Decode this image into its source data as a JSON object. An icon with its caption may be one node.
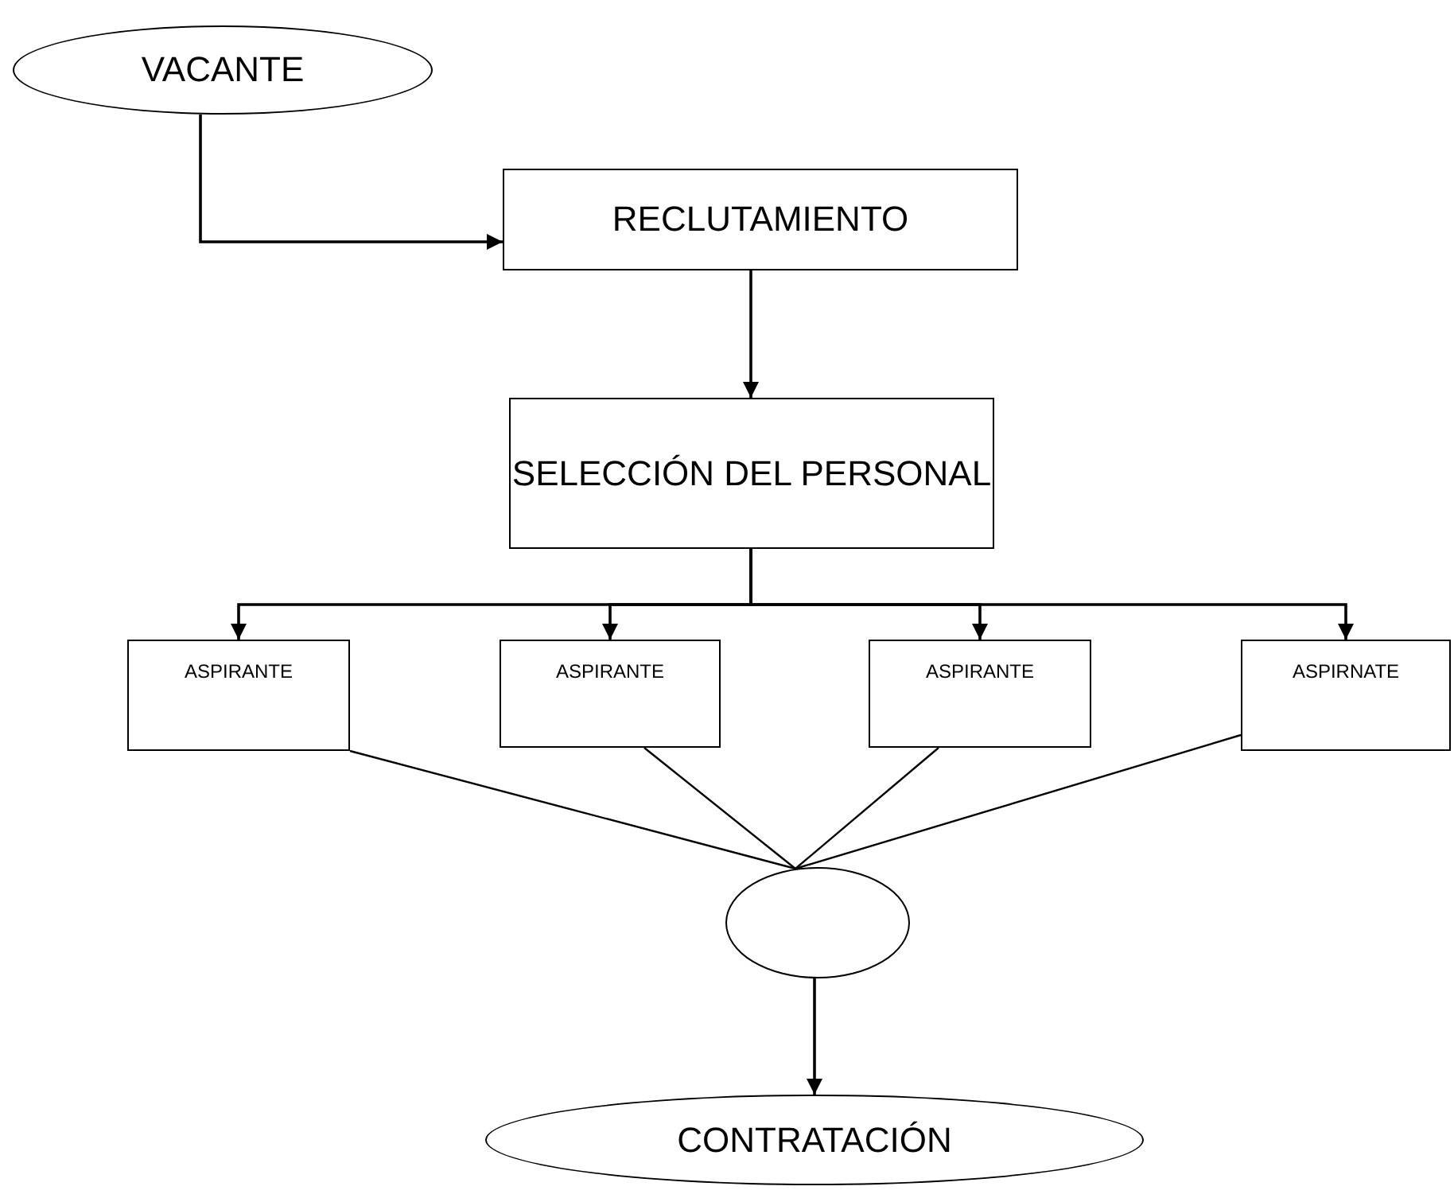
{
  "diagram": {
    "nodes": [
      {
        "text": [
          "VACANTE"
        ]
      },
      {
        "text": [
          "RECLUTAMIENTO"
        ]
      },
      {
        "text": [
          "SELECCIÓN DEL PERSONAL"
        ]
      },
      {
        "text": [
          "ASPIRANTE"
        ]
      },
      {
        "text": [
          "ASPIRANTE"
        ]
      },
      {
        "text": [
          "ASPIRANTE"
        ]
      },
      {
        "text": [
          "ASPIRNATE"
        ]
      },
      {
        "text": [],
        "shape": "ellipse"
      },
      {
        "text": [
          "CONTRATACIÓN"
        ]
      }
    ],
    "edges": [
      {
        "from": 0,
        "to": 1,
        "arrow": "to"
      },
      {
        "from": 1,
        "to": 2,
        "arrow": "to"
      },
      {
        "from": 2,
        "to": 3,
        "arrow": "to"
      },
      {
        "from": 2,
        "to": 4,
        "arrow": "to"
      },
      {
        "from": 2,
        "to": 5,
        "arrow": "to"
      },
      {
        "from": 2,
        "to": 6,
        "arrow": "to"
      },
      {
        "from": 3,
        "to": 7,
        "arrow": "none"
      },
      {
        "from": 4,
        "to": 7,
        "arrow": "none"
      },
      {
        "from": 5,
        "to": 7,
        "arrow": "none"
      },
      {
        "from": 6,
        "to": 7,
        "arrow": "none"
      },
      {
        "from": 7,
        "to": 8,
        "arrow": "to"
      }
    ]
  }
}
